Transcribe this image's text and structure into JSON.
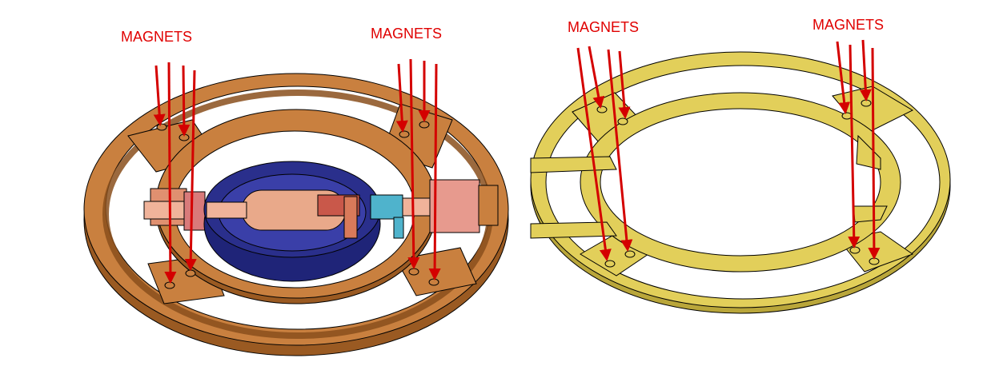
{
  "colors": {
    "copper_ring": "#c9803f",
    "copper_dark": "#8a4f1c",
    "yellow_ring": "#e2cf5a",
    "yellow_dark": "#6f6318",
    "bowl": "#2a2f8c",
    "bowl_dark": "#141a5c",
    "capsule": "#e9a98a",
    "arrow": "#d40000",
    "label": "#e00000",
    "edge": "#000000"
  },
  "labels": {
    "left_assembly_left": "MAGNETS",
    "left_assembly_right": "MAGNETS",
    "right_ring_left": "MAGNETS",
    "right_ring_right": "MAGNETS"
  },
  "icons": [
    "down-arrow-icon"
  ]
}
